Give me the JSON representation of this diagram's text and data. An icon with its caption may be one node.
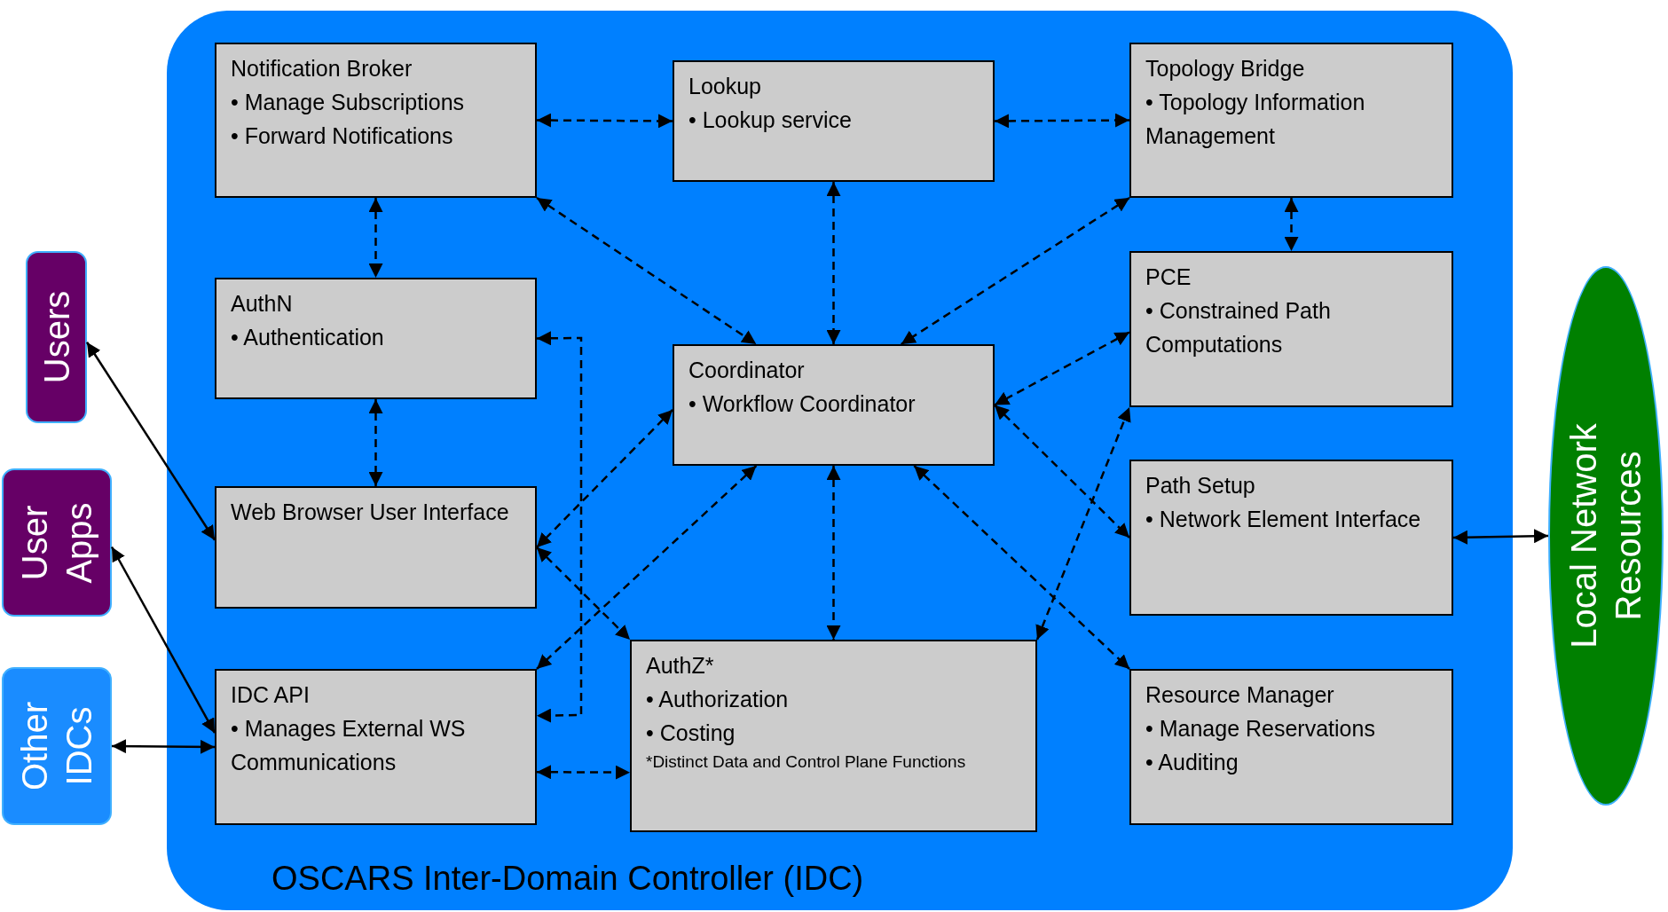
{
  "diagram": {
    "nodes": [
      {
        "text": [
          "OSCARS Inter-Domain Controller (IDC)"
        ]
      },
      {
        "text": [
          "Notification Broker",
          "• Manage Subscriptions",
          "• Forward Notifications"
        ],
        "in": 0
      },
      {
        "text": [
          "Lookup",
          "• Lookup service"
        ],
        "in": 0
      },
      {
        "text": [
          "Topology Bridge",
          "• Topology Information Management"
        ],
        "in": 0
      },
      {
        "text": [
          "AuthN",
          "• Authentication"
        ],
        "in": 0
      },
      {
        "text": [
          "PCE",
          "• Constrained Path Computations"
        ],
        "in": 0
      },
      {
        "text": [
          "Coordinator",
          "• Workflow Coordinator"
        ],
        "in": 0
      },
      {
        "text": [
          "Web Browser User Interface"
        ],
        "in": 0
      },
      {
        "text": [
          "Path Setup",
          "• Network Element Interface"
        ],
        "in": 0
      },
      {
        "text": [
          "IDC API",
          "• Manages External WS Communications"
        ],
        "in": 0
      },
      {
        "text": [
          "AuthZ*",
          "• Authorization",
          "• Costing",
          "*Distinct Data and Control Plane Functions"
        ],
        "in": 0
      },
      {
        "text": [
          "Resource Manager",
          "• Manage Reservations",
          "• Auditing"
        ],
        "in": 0
      },
      {
        "text": [
          "Users"
        ]
      },
      {
        "text": [
          "User Apps"
        ]
      },
      {
        "text": [
          "Other IDCs"
        ]
      },
      {
        "text": [
          "Local Network Resources"
        ]
      }
    ],
    "edges": [
      {
        "from": 1,
        "to": 2,
        "arrow": "both",
        "style": "dashed"
      },
      {
        "from": 2,
        "to": 3,
        "arrow": "both",
        "style": "dashed"
      },
      {
        "from": 1,
        "to": 4,
        "arrow": "both",
        "style": "dashed"
      },
      {
        "from": 1,
        "to": 6,
        "arrow": "both",
        "style": "dashed"
      },
      {
        "from": 2,
        "to": 6,
        "arrow": "both",
        "style": "dashed"
      },
      {
        "from": 3,
        "to": 6,
        "arrow": "both",
        "style": "dashed"
      },
      {
        "from": 3,
        "to": 5,
        "arrow": "both",
        "style": "dashed"
      },
      {
        "from": 4,
        "to": 7,
        "arrow": "both",
        "style": "dashed"
      },
      {
        "from": 5,
        "to": 6,
        "arrow": "both",
        "style": "dashed"
      },
      {
        "from": 6,
        "to": 7,
        "arrow": "both",
        "style": "dashed"
      },
      {
        "from": 6,
        "to": 9,
        "arrow": "both",
        "style": "dashed"
      },
      {
        "from": 6,
        "to": 10,
        "arrow": "both",
        "style": "dashed"
      },
      {
        "from": 6,
        "to": 8,
        "arrow": "both",
        "style": "dashed"
      },
      {
        "from": 6,
        "to": 11,
        "arrow": "both",
        "style": "dashed"
      },
      {
        "from": 7,
        "to": 10,
        "arrow": "both",
        "style": "dashed"
      },
      {
        "from": 10,
        "to": 5,
        "arrow": "both",
        "style": "dashed"
      },
      {
        "from": 4,
        "to": 9,
        "arrow": "both",
        "style": "dashed"
      },
      {
        "from": 9,
        "to": 10,
        "arrow": "both",
        "style": "dashed"
      },
      {
        "from": 12,
        "to": 7,
        "arrow": "both"
      },
      {
        "from": 13,
        "to": 9,
        "arrow": "both"
      },
      {
        "from": 14,
        "to": 9,
        "arrow": "both"
      },
      {
        "from": 8,
        "to": 15,
        "arrow": "both"
      }
    ]
  }
}
